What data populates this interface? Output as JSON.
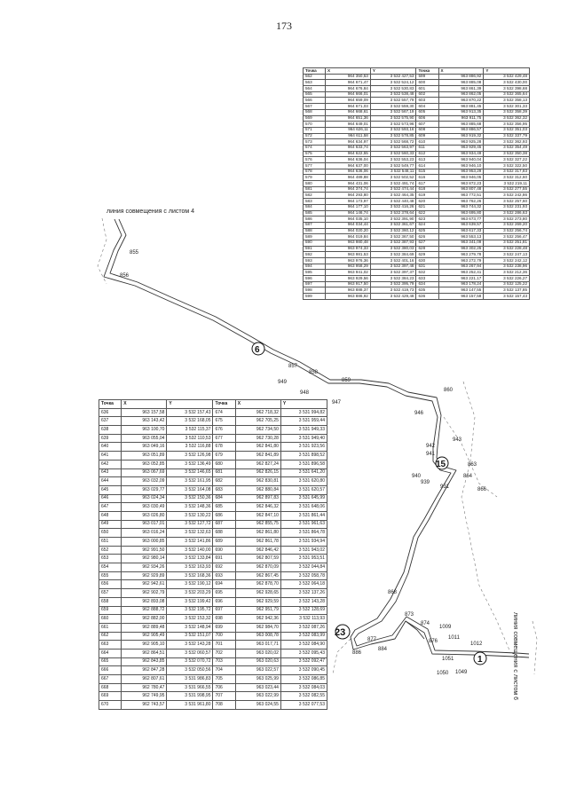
{
  "page_number": "173",
  "labels": {
    "seam_top": "линия совмещения с листом 4",
    "seam_right": "линия совмещения с листом 6"
  },
  "map_points": [
    {
      "id": "p855",
      "text": "855"
    },
    {
      "id": "p856",
      "text": "856"
    },
    {
      "id": "p857",
      "text": "857"
    },
    {
      "id": "p858",
      "text": "858"
    },
    {
      "id": "p859",
      "text": "859"
    },
    {
      "id": "p860",
      "text": "860"
    },
    {
      "id": "p946",
      "text": "946"
    },
    {
      "id": "p947",
      "text": "947"
    },
    {
      "id": "p948",
      "text": "948"
    },
    {
      "id": "p949",
      "text": "949"
    },
    {
      "id": "p943",
      "text": "943"
    },
    {
      "id": "p942",
      "text": "942"
    },
    {
      "id": "p941",
      "text": "941"
    },
    {
      "id": "p940",
      "text": "940"
    },
    {
      "id": "p939",
      "text": "939"
    },
    {
      "id": "p931",
      "text": "931"
    },
    {
      "id": "p863",
      "text": "863"
    },
    {
      "id": "p864",
      "text": "864"
    },
    {
      "id": "p866",
      "text": "866"
    },
    {
      "id": "p868",
      "text": "868"
    },
    {
      "id": "p873",
      "text": "873"
    },
    {
      "id": "p874",
      "text": "874"
    },
    {
      "id": "p876",
      "text": "876"
    },
    {
      "id": "p877",
      "text": "877"
    },
    {
      "id": "p884",
      "text": "884"
    },
    {
      "id": "p886",
      "text": "886"
    },
    {
      "id": "p1009",
      "text": "1009"
    },
    {
      "id": "p1011",
      "text": "1011"
    },
    {
      "id": "p1012",
      "text": "1012"
    },
    {
      "id": "p1050",
      "text": "1050"
    },
    {
      "id": "p1049",
      "text": "1049"
    },
    {
      "id": "p1051",
      "text": "1051"
    }
  ],
  "map_markers": [
    {
      "id": "m6",
      "text": "6"
    },
    {
      "id": "m15",
      "text": "15"
    },
    {
      "id": "m23",
      "text": "23"
    },
    {
      "id": "m1",
      "text": "1"
    }
  ],
  "table_top": {
    "headers": [
      "Точка",
      "X",
      "Y",
      "Точка",
      "X",
      "Y"
    ],
    "rows": [
      [
        "562",
        "964 350,53",
        "3 532 427,53",
        "599",
        "963 886,92",
        "3 532 429,48"
      ],
      [
        "563",
        "964 671,47",
        "3 532 524,12",
        "600",
        "963 885,08",
        "3 532 430,00"
      ],
      [
        "564",
        "964 676,84",
        "3 532 530,83",
        "601",
        "963 861,39",
        "3 532 398,68"
      ],
      [
        "565",
        "964 666,01",
        "3 532 538,48",
        "602",
        "963 862,05",
        "3 532 365,64"
      ],
      [
        "566",
        "964 659,09",
        "3 532 557,79",
        "603",
        "963 870,22",
        "3 532 358,13"
      ],
      [
        "567",
        "964 671,03",
        "3 532 559,30",
        "604",
        "963 881,45",
        "3 532 301,33"
      ],
      [
        "568",
        "964 668,61",
        "3 532 567,19",
        "605",
        "963 913,35",
        "3 532 358,39"
      ],
      [
        "569",
        "964 651,36",
        "3 532 575,90",
        "606",
        "963 911,75",
        "3 532 362,32"
      ],
      [
        "570",
        "964 649,01",
        "3 532 573,96",
        "607",
        "963 885,68",
        "3 532 356,95"
      ],
      [
        "571",
        "964 626,11",
        "3 532 593,16",
        "608",
        "963 886,57",
        "3 532 351,03"
      ],
      [
        "572",
        "964 611,58",
        "3 532 578,85",
        "609",
        "963 919,32",
        "3 532 337,79"
      ],
      [
        "573",
        "964 634,97",
        "3 532 568,72",
        "610",
        "963 925,28",
        "3 532 362,93"
      ],
      [
        "574",
        "964 633,74",
        "3 532 563,97",
        "611",
        "963 929,45",
        "3 532 354,49"
      ],
      [
        "575",
        "964 622,55",
        "3 532 560,33",
        "612",
        "963 934,49",
        "3 532 350,38"
      ],
      [
        "576",
        "964 636,04",
        "3 532 553,23",
        "613",
        "963 940,04",
        "3 532 327,22"
      ],
      [
        "577",
        "964 637,00",
        "3 532 549,77",
        "614",
        "963 946,10",
        "3 532 322,50"
      ],
      [
        "578",
        "964 636,06",
        "3 532 548,11",
        "615",
        "963 953,29",
        "3 532 317,83"
      ],
      [
        "579",
        "964 489,88",
        "3 532 502,52",
        "616",
        "963 946,05",
        "3 532 312,60"
      ],
      [
        "580",
        "964 431,06",
        "3 532 491,74",
        "617",
        "963 872,23",
        "3 532 219,11"
      ],
      [
        "581",
        "964 374,74",
        "3 532 474,44",
        "618",
        "963 807,48",
        "3 532 277,55"
      ],
      [
        "582",
        "964 293,80",
        "3 532 464,35",
        "619",
        "963 772,51",
        "3 532 242,86"
      ],
      [
        "583",
        "964 173,97",
        "3 532 440,48",
        "620",
        "963 762,26",
        "3 532 257,60"
      ],
      [
        "584",
        "964 177,10",
        "3 532 416,26",
        "621",
        "963 744,32",
        "3 532 231,93"
      ],
      [
        "585",
        "964 146,74",
        "3 532 378,64",
        "622",
        "963 695,80",
        "3 532 286,63"
      ],
      [
        "586",
        "964 035,10",
        "3 532 391,90",
        "623",
        "963 673,77",
        "3 532 273,80"
      ],
      [
        "587",
        "964 034,44",
        "3 532 361,67",
        "624",
        "963 639,57",
        "3 532 269,20"
      ],
      [
        "588",
        "964 020,20",
        "3 532 360,12",
        "625",
        "963 617,33",
        "3 532 256,74"
      ],
      [
        "589",
        "964 019,84",
        "3 532 367,50",
        "626",
        "963 553,13",
        "3 532 256,47"
      ],
      [
        "590",
        "963 980,48",
        "3 532 387,93",
        "627",
        "963 341,09",
        "3 532 251,81"
      ],
      [
        "591",
        "963 974,33",
        "3 532 380,03",
        "628",
        "963 302,25",
        "3 532 228,48"
      ],
      [
        "592",
        "963 981,53",
        "3 532 384,69",
        "629",
        "963 279,78",
        "3 532 247,13"
      ],
      [
        "593",
        "963 976,36",
        "3 532 401,16",
        "630",
        "963 272,79",
        "3 532 242,12"
      ],
      [
        "594",
        "963 958,29",
        "3 532 397,48",
        "631",
        "963 267,94",
        "3 532 238,96"
      ],
      [
        "595",
        "963 941,02",
        "3 532 397,37",
        "632",
        "963 252,41",
        "3 532 212,36"
      ],
      [
        "596",
        "963 929,56",
        "3 532 384,23",
        "633",
        "963 221,17",
        "3 532 226,27"
      ],
      [
        "597",
        "963 917,50",
        "3 532 395,79",
        "634",
        "963 178,24",
        "3 532 125,22"
      ],
      [
        "598",
        "963 888,37",
        "3 532 419,73",
        "635",
        "963 147,55",
        "3 532 137,85"
      ],
      [
        "599",
        "963 886,92",
        "3 532 429,48",
        "636",
        "963 157,58",
        "3 532 157,43"
      ]
    ]
  },
  "table_left": {
    "headers": [
      "Точка",
      "X",
      "Y",
      "Точка",
      "X",
      "Y"
    ],
    "rows": [
      [
        "636",
        "963 157,58",
        "3 532 157,43",
        "674",
        "962 718,32",
        "3 531 994,82"
      ],
      [
        "637",
        "963 143,42",
        "3 532 168,05",
        "675",
        "962 705,25",
        "3 531 959,44"
      ],
      [
        "638",
        "963 100,70",
        "3 532 115,37",
        "676",
        "962 734,50",
        "3 531 949,33"
      ],
      [
        "639",
        "963 055,04",
        "3 532 110,53",
        "677",
        "962 730,28",
        "3 531 949,40"
      ],
      [
        "640",
        "963 049,16",
        "3 532 116,88",
        "678",
        "962 841,80",
        "3 531 923,56"
      ],
      [
        "641",
        "963 051,89",
        "3 532 126,98",
        "679",
        "962 841,89",
        "3 531 898,52"
      ],
      [
        "642",
        "963 052,85",
        "3 532 136,49",
        "680",
        "962 827,24",
        "3 531 896,58"
      ],
      [
        "643",
        "963 067,69",
        "3 532 146,65",
        "681",
        "962 826,15",
        "3 531 641,20"
      ],
      [
        "644",
        "963 032,09",
        "3 532 161,95",
        "682",
        "962 830,81",
        "3 531 620,80"
      ],
      [
        "645",
        "963 029,77",
        "3 532 164,08",
        "683",
        "962 880,84",
        "3 531 620,57"
      ],
      [
        "646",
        "963 024,34",
        "3 532 150,36",
        "684",
        "962 897,83",
        "3 531 645,99"
      ],
      [
        "647",
        "963 030,49",
        "3 532 148,36",
        "685",
        "962 846,32",
        "3 531 648,06"
      ],
      [
        "648",
        "963 026,80",
        "3 532 130,22",
        "686",
        "962 847,10",
        "3 531 861,44"
      ],
      [
        "649",
        "963 017,01",
        "3 532 127,72",
        "687",
        "962 855,75",
        "3 531 961,63"
      ],
      [
        "650",
        "963 016,24",
        "3 532 132,63",
        "688",
        "962 861,80",
        "3 531 864,78"
      ],
      [
        "651",
        "963 000,85",
        "3 532 141,86",
        "689",
        "962 861,78",
        "3 531 934,94"
      ],
      [
        "652",
        "962 991,50",
        "3 532 140,00",
        "690",
        "962 846,42",
        "3 531 943,02"
      ],
      [
        "653",
        "962 980,14",
        "3 532 133,84",
        "691",
        "962 807,59",
        "3 531 953,51"
      ],
      [
        "654",
        "962 934,26",
        "3 532 163,93",
        "692",
        "962 870,09",
        "3 532 044,84"
      ],
      [
        "655",
        "962 929,89",
        "3 532 168,36",
        "693",
        "962 867,45",
        "3 532 058,78"
      ],
      [
        "656",
        "962 942,61",
        "3 532 190,12",
        "694",
        "962 878,70",
        "3 532 064,18"
      ],
      [
        "657",
        "962 902,79",
        "3 532 203,29",
        "695",
        "962 928,65",
        "3 532 137,26"
      ],
      [
        "658",
        "962 893,08",
        "3 532 199,42",
        "696",
        "962 929,59",
        "3 532 143,28"
      ],
      [
        "659",
        "962 888,72",
        "3 532 195,72",
        "697",
        "962 951,79",
        "3 532 128,69"
      ],
      [
        "660",
        "962 882,00",
        "3 532 153,32",
        "698",
        "962 942,36",
        "3 532 113,93"
      ],
      [
        "661",
        "962 889,48",
        "3 532 148,94",
        "699",
        "962 984,70",
        "3 532 087,26"
      ],
      [
        "662",
        "962 905,49",
        "3 532 151,07",
        "700",
        "963 008,78",
        "3 532 083,99"
      ],
      [
        "663",
        "962 905,10",
        "3 532 143,28",
        "701",
        "963 017,71",
        "3 532 084,90"
      ],
      [
        "664",
        "962 864,51",
        "3 532 060,57",
        "702",
        "963 020,02",
        "3 532 095,43"
      ],
      [
        "665",
        "962 843,85",
        "3 532 070,72",
        "703",
        "963 020,63",
        "3 532 092,47"
      ],
      [
        "666",
        "962 847,28",
        "3 532 050,56",
        "704",
        "963 022,57",
        "3 532 090,45"
      ],
      [
        "667",
        "962 807,61",
        "3 531 986,83",
        "705",
        "963 025,99",
        "3 532 086,85"
      ],
      [
        "668",
        "962 780,47",
        "3 531 966,55",
        "706",
        "963 023,44",
        "3 532 084,03"
      ],
      [
        "669",
        "962 749,95",
        "3 531 998,95",
        "707",
        "963 022,99",
        "3 532 082,55"
      ],
      [
        "670",
        "962 743,57",
        "3 531 961,80",
        "708",
        "963 024,55",
        "3 532 077,53"
      ]
    ]
  }
}
